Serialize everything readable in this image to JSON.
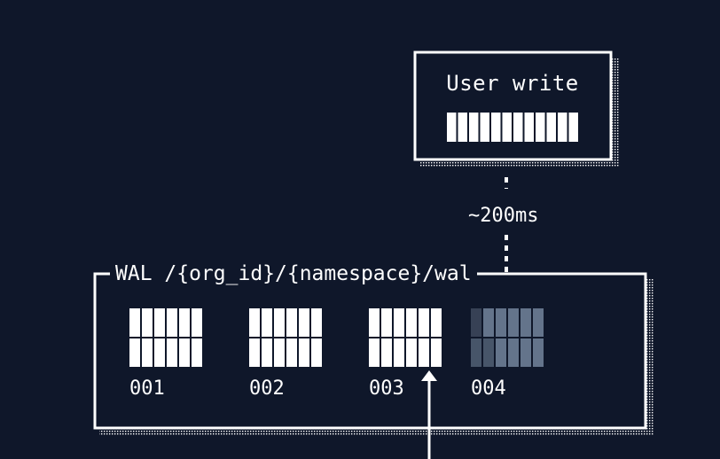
{
  "user_write": {
    "title": "User write"
  },
  "latency": {
    "label": "~200ms"
  },
  "wal": {
    "title": "WAL /{org_id}/{namespace}/wal",
    "segments": [
      {
        "label": "001",
        "state": "complete"
      },
      {
        "label": "002",
        "state": "complete"
      },
      {
        "label": "003",
        "state": "complete"
      },
      {
        "label": "004",
        "state": "pending"
      }
    ]
  },
  "colors": {
    "background": "#0f172a",
    "foreground": "#ffffff",
    "pending_fill": "#64748b",
    "pending_fill_dark": "#475569"
  }
}
